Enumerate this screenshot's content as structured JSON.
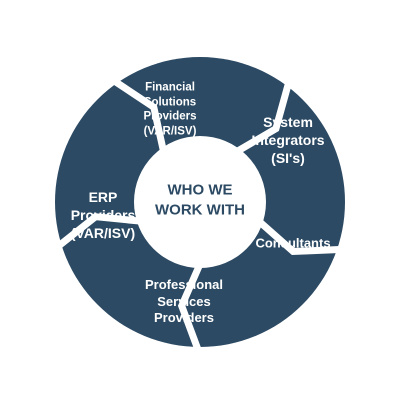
{
  "colors": {
    "segment": "#2c4a63",
    "gap": "#ffffff",
    "center_fill": "#ffffff",
    "center_text": "#2c4a63",
    "label": "#ffffff"
  },
  "center": {
    "text": "WHO WE\nWORK WITH"
  },
  "segments": [
    {
      "label": "Financial\nSolutions\nProviders\n(VAR/ISV)"
    },
    {
      "label": "System\nIntegrators\n(SI's)"
    },
    {
      "label": "Consultants"
    },
    {
      "label": "Professional\nServices\nProviders"
    },
    {
      "label": "ERP\nProviders\n(VAR/ISV)"
    }
  ]
}
